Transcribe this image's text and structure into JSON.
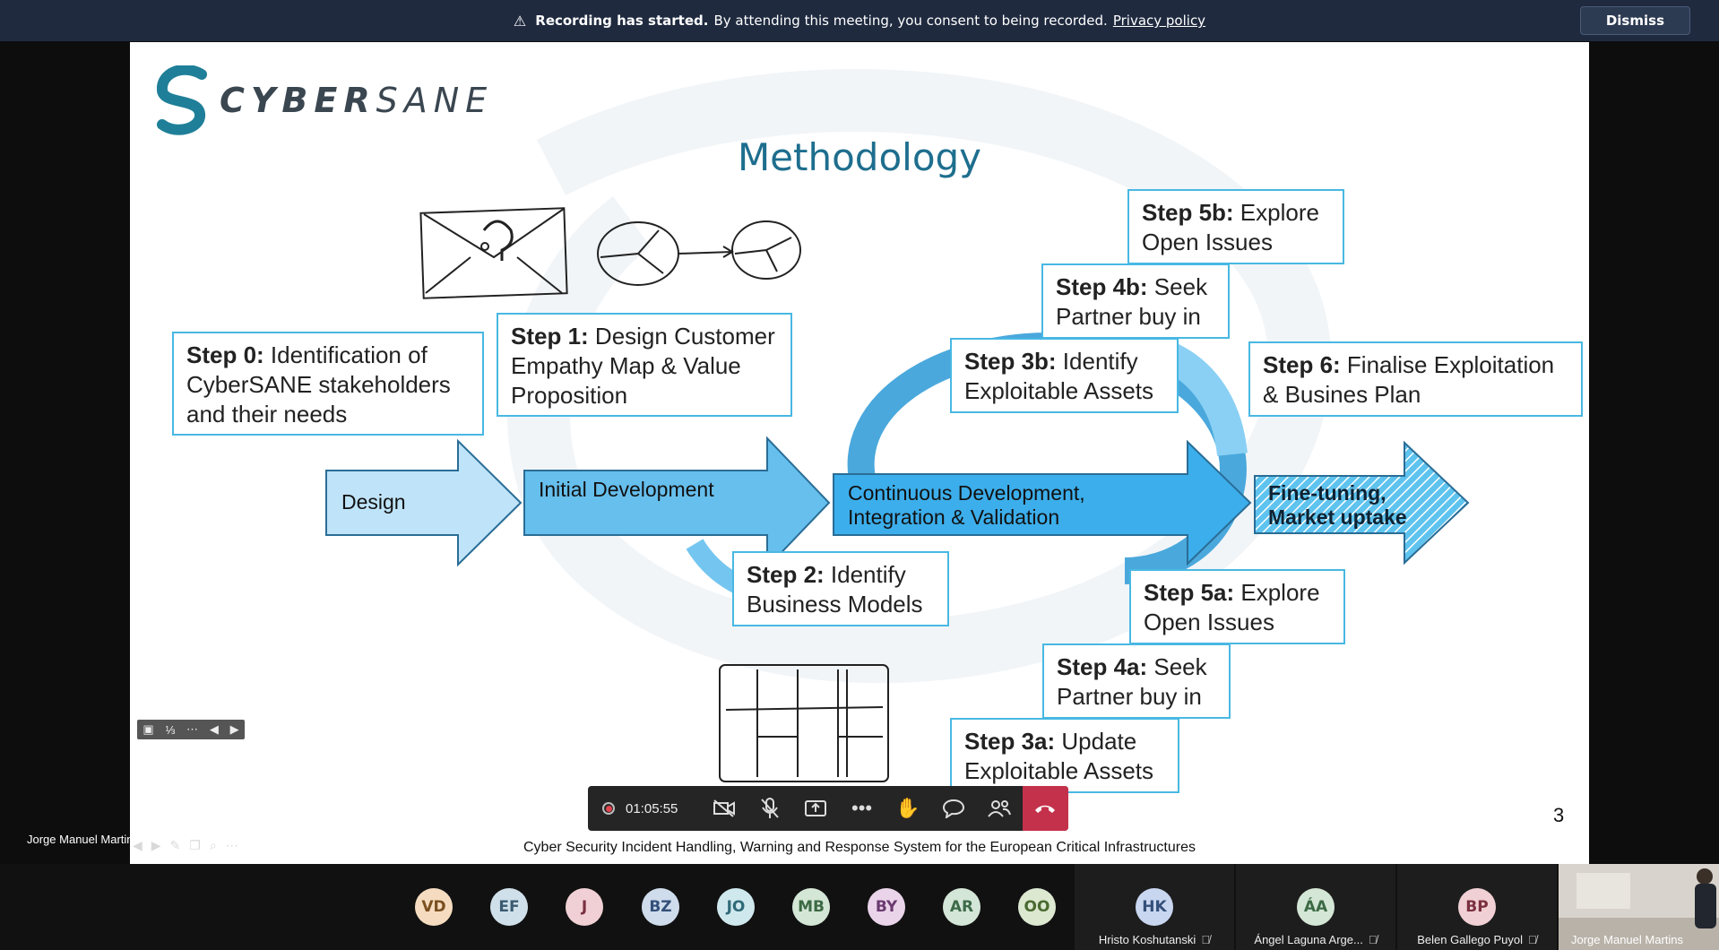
{
  "banner": {
    "bold": "Recording has started.",
    "message": "By attending this meeting, you consent to being recorded.",
    "link": "Privacy policy",
    "dismiss": "Dismiss"
  },
  "slide": {
    "logo_bold": "CYBER",
    "logo_rest": "SANE",
    "title": "Methodology",
    "steps": {
      "s0_label": "Step 0:",
      "s0_text": " Identification of CyberSANE stakeholders and their needs",
      "s1_label": "Step 1:",
      "s1_text": " Design Customer Empathy Map & Value Proposition",
      "s2_label": "Step 2:",
      "s2_text": " Identify Business Models",
      "s3a_label": "Step 3a:",
      "s3a_text": " Update Exploitable Assets",
      "s3b_label": "Step 3b:",
      "s3b_text": " Identify Exploitable Assets",
      "s4a_label": "Step 4a:",
      "s4a_text": " Seek Partner buy in",
      "s4b_label": "Step 4b:",
      "s4b_text": " Seek Partner buy in",
      "s5a_label": "Step 5a:",
      "s5a_text": " Explore Open Issues",
      "s5b_label": "Step 5b:",
      "s5b_text": " Explore Open Issues",
      "s6_label": "Step 6:",
      "s6_text": " Finalise Exploitation & Busines Plan"
    },
    "phases": {
      "design": "Design",
      "initial": "Initial Development",
      "continuous_1": "Continuous Development,",
      "continuous_2": "Integration & Validation",
      "finetune_1": "Fine-tuning,",
      "finetune_2": "Market uptake"
    },
    "footer": "Cyber Security Incident Handling, Warning and Response System for the European Critical Infrastructures",
    "page_number": "3"
  },
  "presenter_label": "Jorge Manuel Martins",
  "toolbar": {
    "timer": "01:05:55"
  },
  "participants": [
    {
      "initials": "VD",
      "bg": "#f5dcc0",
      "fg": "#7a4f20"
    },
    {
      "initials": "EF",
      "bg": "#cfe0ea",
      "fg": "#3a5a70"
    },
    {
      "initials": "J",
      "bg": "#f0d0d4",
      "fg": "#7a3040"
    },
    {
      "initials": "BZ",
      "bg": "#cfdcec",
      "fg": "#34507a"
    },
    {
      "initials": "JO",
      "bg": "#cfe8ee",
      "fg": "#2f6a78"
    },
    {
      "initials": "MB",
      "bg": "#d4e6d6",
      "fg": "#3c6a44"
    },
    {
      "initials": "BY",
      "bg": "#ead4ea",
      "fg": "#6a3a70"
    },
    {
      "initials": "AR",
      "bg": "#d4e6d8",
      "fg": "#3c6a48"
    },
    {
      "initials": "OO",
      "bg": "#dce8d0",
      "fg": "#4a6a30"
    }
  ],
  "tiles": [
    {
      "initials": "HK",
      "name": "Hristo Koshutanski",
      "bg": "#c9d6f0",
      "fg": "#34507a"
    },
    {
      "initials": "ÁA",
      "name": "Ángel Laguna Arge...",
      "bg": "#d4e6d6",
      "fg": "#3c6a44"
    },
    {
      "initials": "BP",
      "name": "Belen Gallego Puyol",
      "bg": "#f0d0d4",
      "fg": "#7a3040"
    }
  ],
  "video_name": "Jorge Manuel Martins"
}
